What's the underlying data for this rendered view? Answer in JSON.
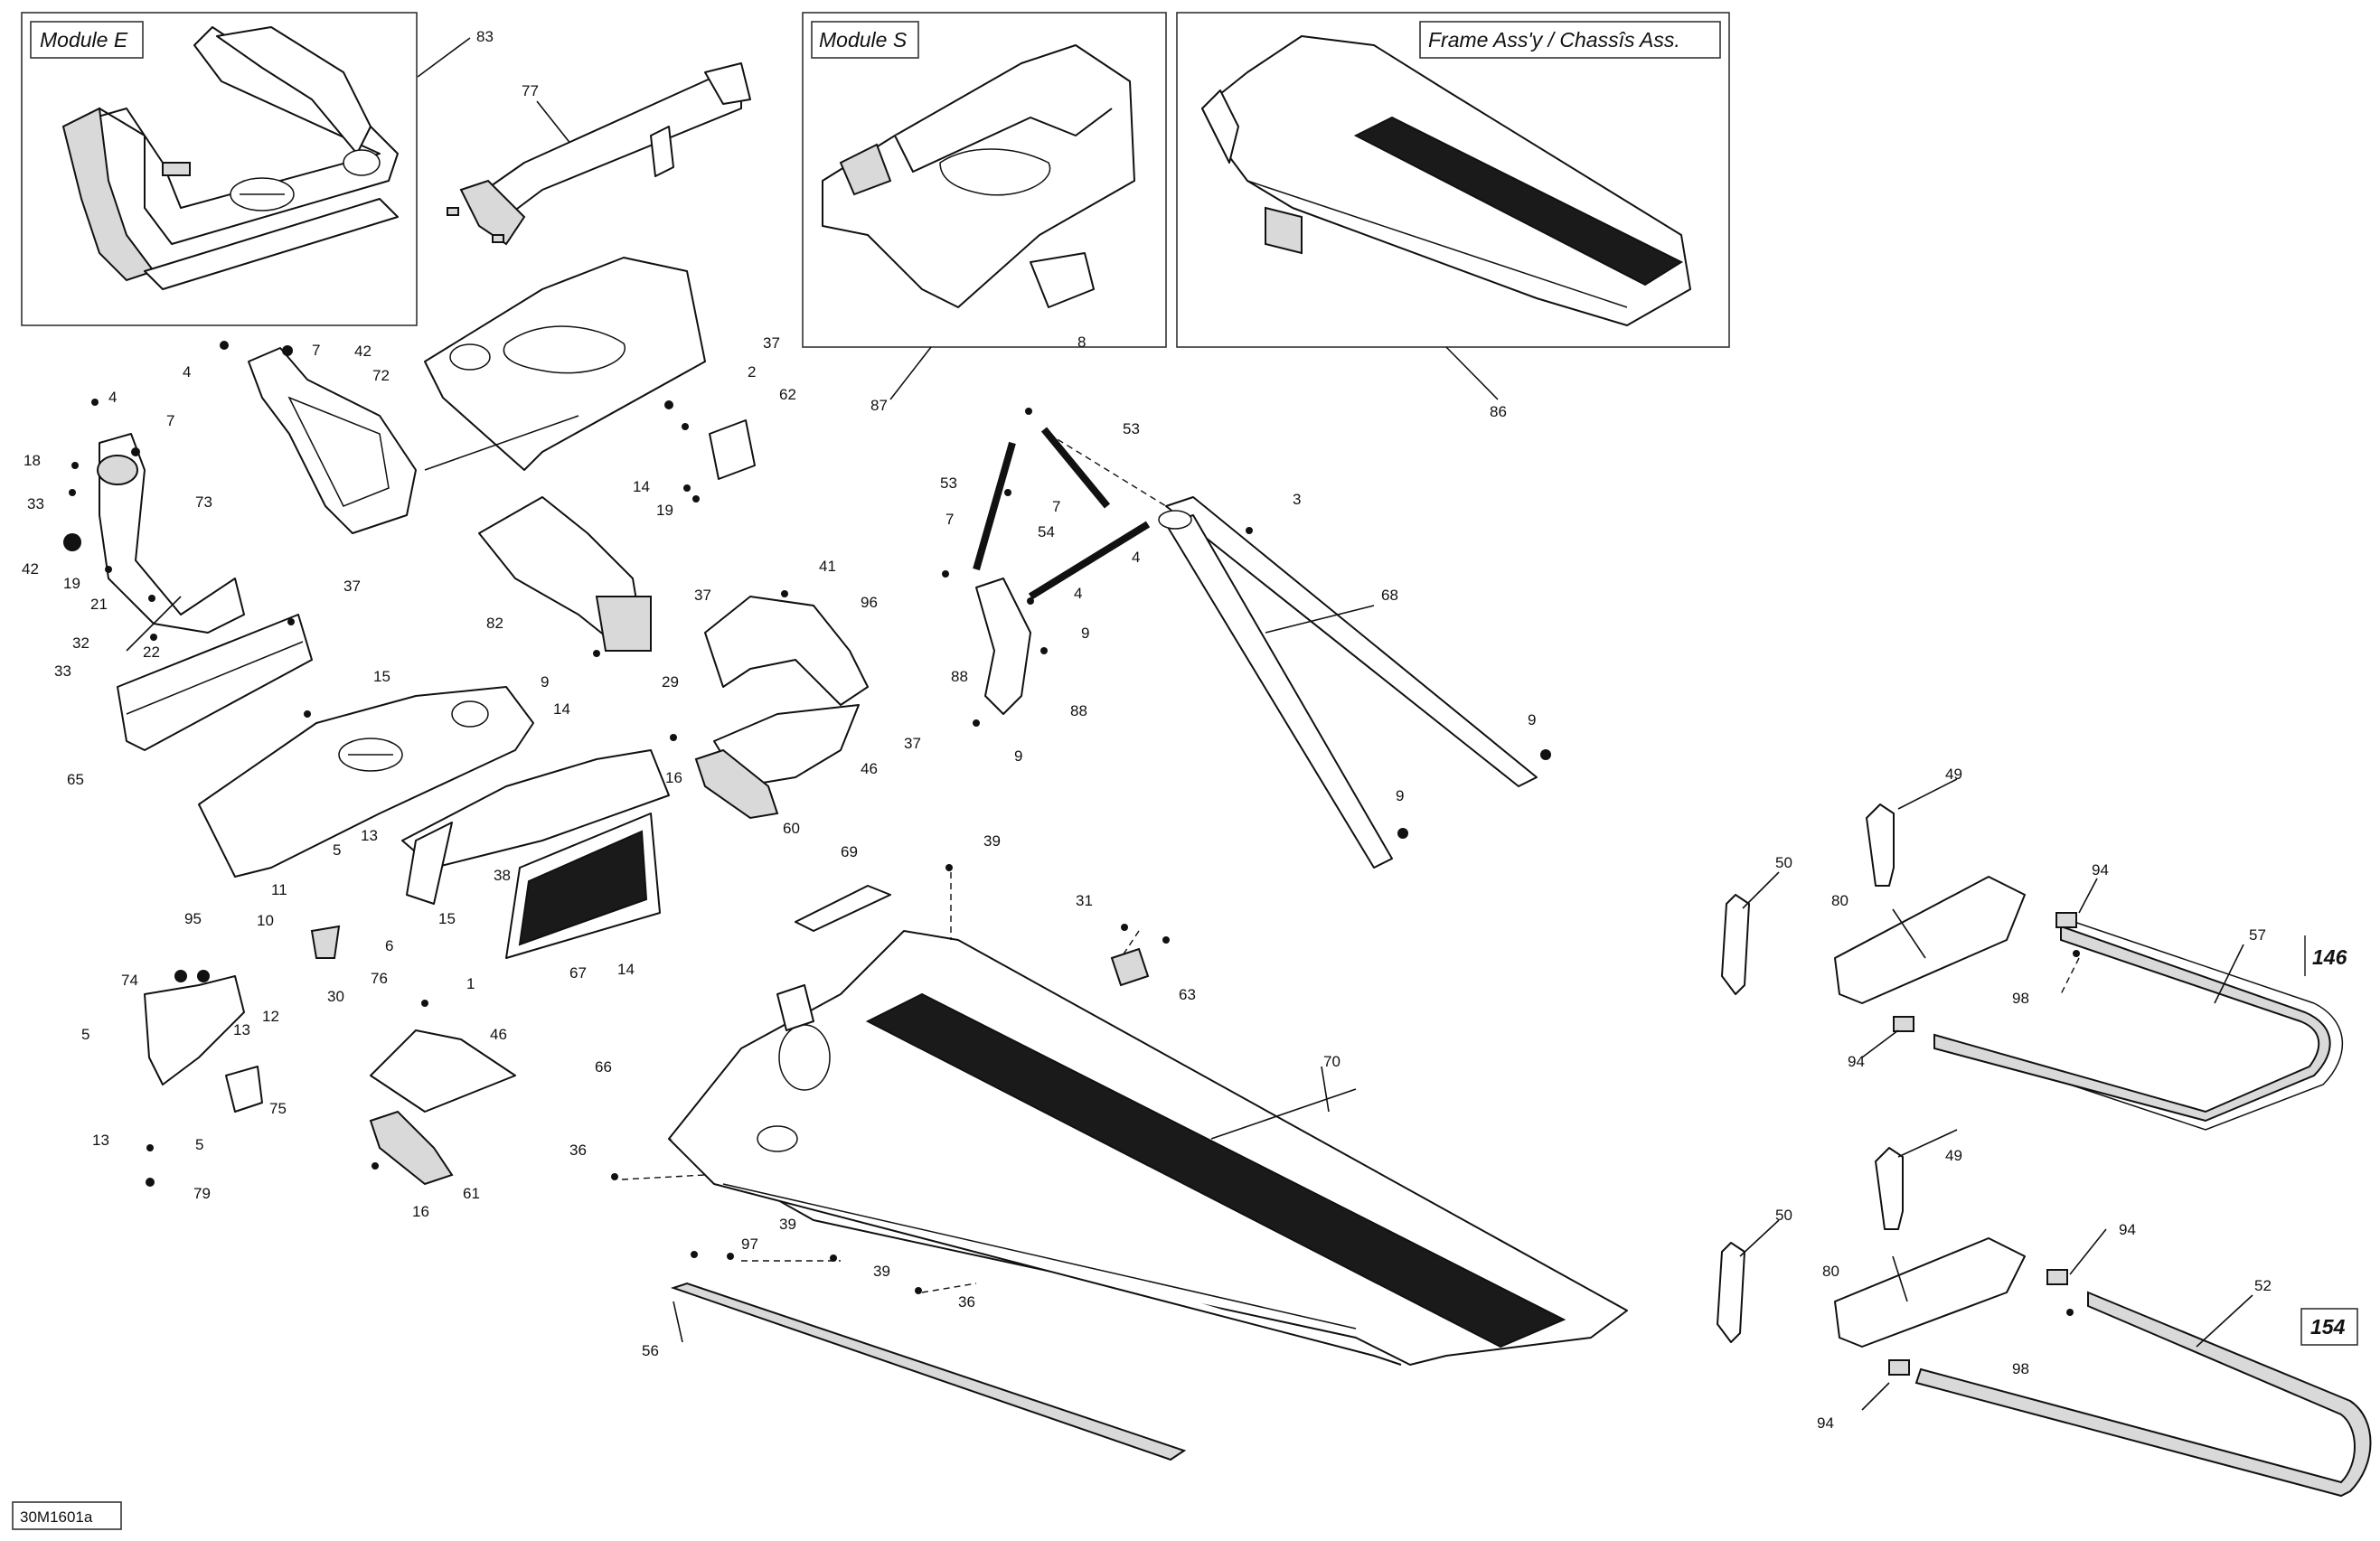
{
  "diagram": {
    "drawing_code": "30M1601a",
    "insets": {
      "module_e": "Module E",
      "module_s": "Module S",
      "frame": "Frame Ass'y / Chassîs Ass."
    },
    "track_length_badges": {
      "top": "146",
      "bottom": "154"
    },
    "callouts": {
      "c83": "83",
      "c77": "77",
      "c87": "87",
      "c86": "86",
      "c4a": "4",
      "c7a": "7",
      "c42a": "42",
      "c72": "72",
      "c4b": "4",
      "c7b": "7",
      "c18": "18",
      "c33a": "33",
      "c73": "73",
      "c42b": "42",
      "c19a": "19",
      "c21": "21",
      "c22": "22",
      "c37a": "37",
      "c32": "32",
      "c33b": "33",
      "c65": "65",
      "c15a": "15",
      "c37b": "37",
      "c2": "2",
      "c62": "62",
      "c14a": "14",
      "c19b": "19",
      "c82": "82",
      "c9a": "9",
      "c14b": "14",
      "c29": "29",
      "c5a": "5",
      "c13a": "13",
      "c11": "11",
      "c10": "10",
      "c6": "6",
      "c76": "76",
      "c30": "30",
      "c15b": "15",
      "c38": "38",
      "c67": "67",
      "c14c": "14",
      "c66": "66",
      "c95": "95",
      "c74": "74",
      "c5b": "5",
      "c13b": "13",
      "c12": "12",
      "c75": "75",
      "c13c": "13",
      "c5c": "5",
      "c79": "79",
      "c1": "1",
      "c46a": "46",
      "c61": "61",
      "c16a": "16",
      "c37c": "37",
      "c41": "41",
      "c96": "96",
      "c46b": "46",
      "c37d": "37",
      "c16b": "16",
      "c60": "60",
      "c8": "8",
      "c53a": "53",
      "c53b": "53",
      "c7c": "7",
      "c54": "54",
      "c7d": "7",
      "c4c": "4",
      "c3": "3",
      "c4d": "4",
      "c9b": "9",
      "c88a": "88",
      "c88b": "88",
      "c9c": "9",
      "c68": "68",
      "c9d": "9",
      "c9e": "9",
      "c69": "69",
      "c39a": "39",
      "c31": "31",
      "c63": "63",
      "c70": "70",
      "c36a": "36",
      "c39b": "39",
      "c97": "97",
      "c39c": "39",
      "c36b": "36",
      "c56": "56",
      "c49a": "49",
      "c50a": "50",
      "c80a": "80",
      "c94a": "94",
      "c57": "57",
      "c98a": "98",
      "c94b": "94",
      "c49b": "49",
      "c50b": "50",
      "c80b": "80",
      "c94c": "94",
      "c52": "52",
      "c98b": "98",
      "c94d": "94"
    }
  }
}
